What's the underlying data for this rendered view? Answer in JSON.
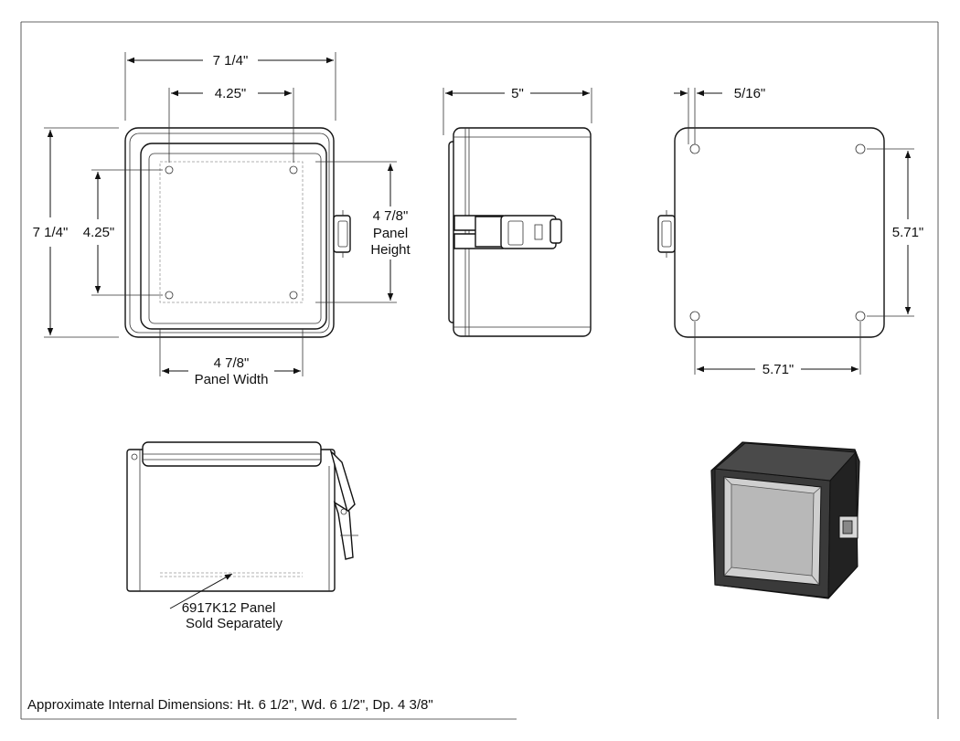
{
  "front_view": {
    "overall_width": "7 1/4\"",
    "mount_width": "4.25\"",
    "overall_height": "7 1/4\"",
    "mount_height": "4.25\"",
    "panel_height_value": "4 7/8\"",
    "panel_height_word1": "Panel",
    "panel_height_word2": "Height",
    "panel_width_value": "4 7/8\"",
    "panel_width_caption": "Panel Width"
  },
  "side_view": {
    "depth": "5\""
  },
  "back_view": {
    "hole_offset": "5/16\"",
    "hole_spacing_vertical": "5.71\"",
    "hole_spacing_horizontal": "5.71\""
  },
  "section_view": {
    "note_line1": "6917K12 Panel",
    "note_line2": "Sold Separately"
  },
  "footer": {
    "internal_dimensions": "Approximate Internal Dimensions: Ht. 6 1/2\", Wd. 6 1/2\", Dp. 4 3/8\""
  },
  "colors": {
    "line": "#111111",
    "enclosure_dark": "#2a2a2a",
    "window_gray": "#b8b8b8"
  }
}
